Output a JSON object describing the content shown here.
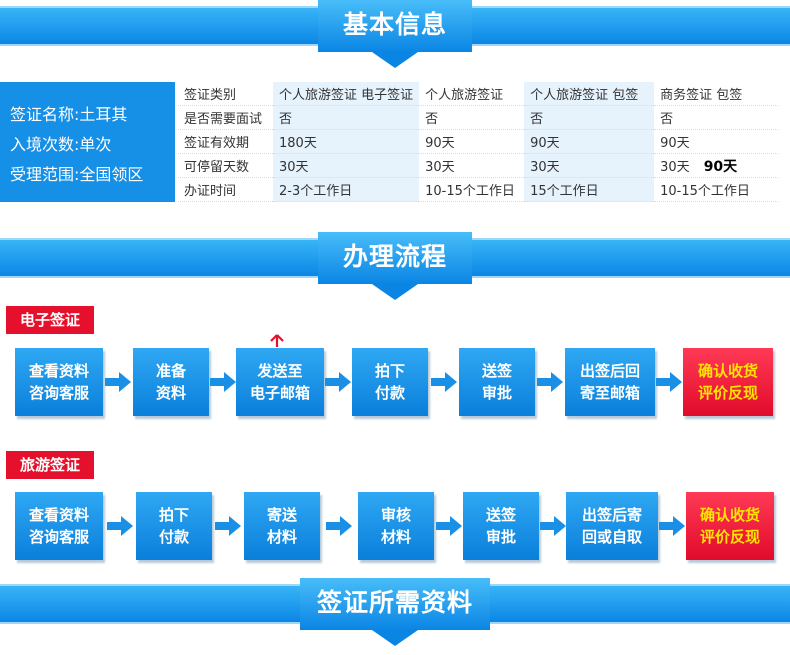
{
  "sections": {
    "basic_info": "基本信息",
    "process": "办理流程",
    "materials": "签证所需资料"
  },
  "info_summary": {
    "name": "签证名称:土耳其",
    "entries": "入境次数:单次",
    "scope": "受理范围:全国领区"
  },
  "info_table": {
    "rows": [
      [
        "签证类别",
        "个人旅游签证 电子签证",
        "个人旅游签证",
        "个人旅游签证  包签",
        "商务签证  包签"
      ],
      [
        "是否需要面试",
        "否",
        "否",
        "否",
        "否"
      ],
      [
        "签证有效期",
        "180天",
        "90天",
        "90天",
        "90天"
      ],
      [
        "可停留天数",
        "30天",
        "30天",
        "30天",
        "30天"
      ],
      [
        "办证时间",
        "2-3个工作日",
        "10-15个工作日",
        "15个工作日",
        "10-15个工作日"
      ]
    ],
    "extra_note": "90天"
  },
  "evisa": {
    "label": "电子签证",
    "steps": [
      [
        "查看资料",
        "咨询客服"
      ],
      [
        "准备",
        "资料"
      ],
      [
        "发送至",
        "电子邮箱"
      ],
      [
        "拍下",
        "付款"
      ],
      [
        "送签",
        "审批"
      ],
      [
        "出签后回",
        "寄至邮箱"
      ],
      [
        "确认收货",
        "评价反现"
      ]
    ]
  },
  "tourist_visa": {
    "label": "旅游签证",
    "steps": [
      [
        "查看资料",
        "咨询客服"
      ],
      [
        "拍下",
        "付款"
      ],
      [
        "寄送",
        "材料"
      ],
      [
        "审核",
        "材料"
      ],
      [
        "送签",
        "审批"
      ],
      [
        "出签后寄",
        "回或自取"
      ],
      [
        "确认收货",
        "评价反现"
      ]
    ]
  },
  "colors": {
    "blue": "#0b86e6",
    "red": "#e5102b",
    "highlight_text": "#ffe400"
  }
}
